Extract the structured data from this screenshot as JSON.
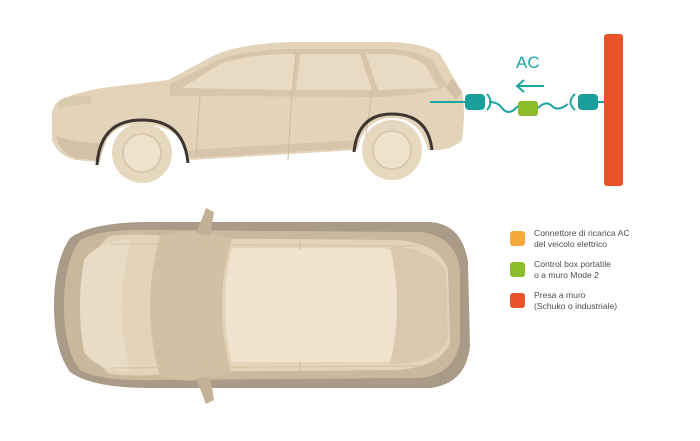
{
  "colors": {
    "car_body": "#e3d3b9",
    "car_shadow": "#c2b197",
    "car_dark": "#a99b87",
    "cable": "#1aa5a3",
    "connector_ev": "#f6a83a",
    "control_box": "#8dbd2a",
    "wall_socket": "#e8532b"
  },
  "diagram": {
    "current_label": "AC",
    "arrow_direction": "left"
  },
  "legend": {
    "items": [
      {
        "line1": "Connettore di ricarica AC",
        "line2": "del veicolo elettrico",
        "color_key": "connector_ev"
      },
      {
        "line1": "Control box portatile",
        "line2": "o a muro Mode 2",
        "color_key": "control_box"
      },
      {
        "line1": "Presa a muro",
        "line2": "(Schuko o industriale)",
        "color_key": "wall_socket"
      }
    ]
  }
}
